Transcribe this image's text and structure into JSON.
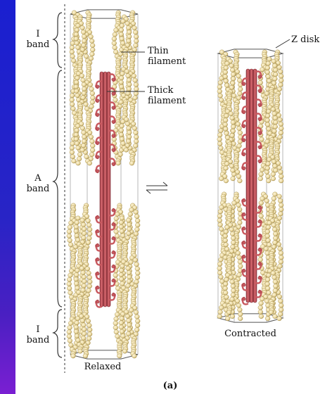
{
  "labels": {
    "i_band_top": [
      "I",
      "band"
    ],
    "a_band": [
      "A",
      "band"
    ],
    "i_band_bottom": [
      "I",
      "band"
    ],
    "thin_filament": [
      "Thin",
      "filament"
    ],
    "thick_filament": [
      "Thick",
      "filament"
    ],
    "z_disk": "Z disk",
    "relaxed": "Relaxed",
    "contracted": "Contracted",
    "figure_tag": "(a)"
  },
  "colors": {
    "thin_filament": "#e8d7a0",
    "thin_filament_edge": "#a48f4f",
    "thick_filament": "#c8585e",
    "thick_filament_edge": "#7a2730",
    "outline": "#555555",
    "slide_background": "#2a22c8"
  },
  "symbols": {
    "equilibrium": "equilibrium-arrows-icon"
  }
}
